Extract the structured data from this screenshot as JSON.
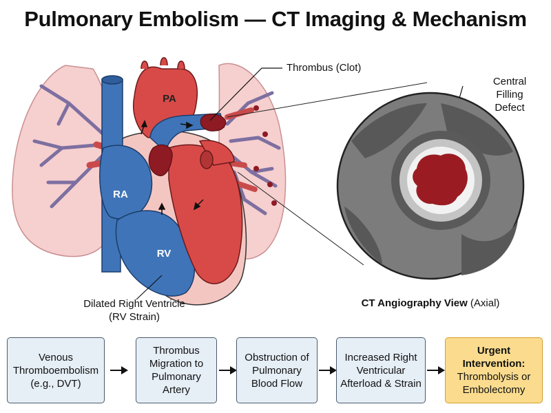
{
  "title": "Pulmonary Embolism — CT Imaging & Mechanism",
  "heart_labels": {
    "pa": "PA",
    "ra": "RA",
    "rv": "RV"
  },
  "callouts": {
    "thrombus": "Thrombus (Clot)",
    "central_filling_defect": "Central Filling Defect",
    "rv_line1": "Dilated Right Ventricle",
    "rv_line2": "(RV Strain)"
  },
  "ct_caption": {
    "bold": "CT Angiography View",
    "normal": "(Axial)"
  },
  "flow_steps": [
    {
      "text": "Venous Thromboembolism (e.g., DVT)"
    },
    {
      "text": "Thrombus Migration to Pulmonary Artery"
    },
    {
      "text": "Obstruction of Pulmonary Blood Flow"
    },
    {
      "text": "Increased Right Ventricular Afterload & Strain"
    },
    {
      "strong": "Urgent Intervention:",
      "text": "Thrombolysis or Embolectomy"
    }
  ],
  "colors": {
    "deoxygenated": "#3f74b8",
    "oxygenated": "#d84a48",
    "lung": "#f6cfcf",
    "clot": "#8e1a23",
    "flow_box": "#e6eef6",
    "urgent_box": "#fbdc8e"
  }
}
